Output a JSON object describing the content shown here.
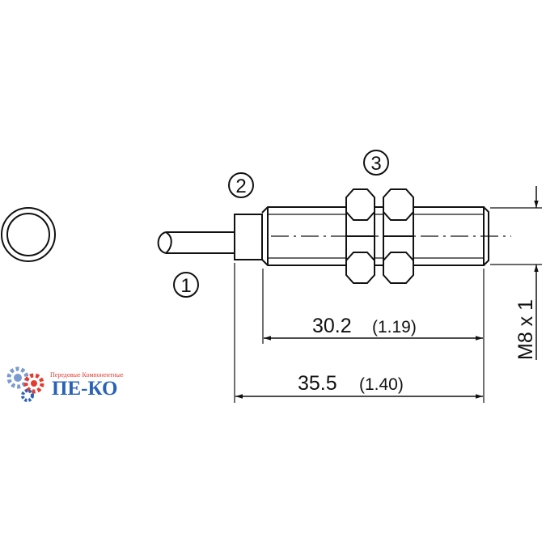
{
  "diagram": {
    "callouts": [
      {
        "id": "cable",
        "label": "1"
      },
      {
        "id": "sleeve",
        "label": "2"
      },
      {
        "id": "nuts",
        "label": "3"
      }
    ],
    "dimensions": {
      "thread_length": {
        "value": "30.2",
        "inch": "(1.19)"
      },
      "total_length": {
        "value": "35.5",
        "inch": "(1.40)"
      },
      "thread_size": {
        "value": "M8 x 1"
      }
    }
  },
  "logo": {
    "tagline": "Передовые Компонентные",
    "name": "ПЕ-КО",
    "colors": {
      "blue": "#2a62b8",
      "red": "#e53a2e"
    }
  },
  "colors": {
    "line": "#111111",
    "background": "#ffffff"
  }
}
